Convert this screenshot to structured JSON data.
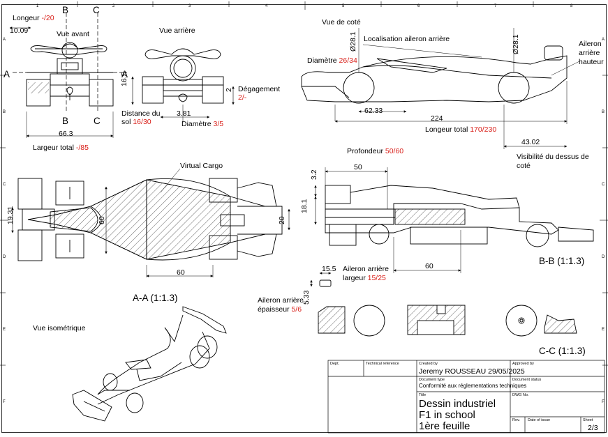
{
  "grid": {
    "columns": [
      "1",
      "2",
      "3",
      "4",
      "5",
      "6",
      "7",
      "8"
    ],
    "rows": [
      "A",
      "B",
      "C",
      "D",
      "E",
      "F"
    ]
  },
  "views": {
    "front": {
      "title": "Vue avant",
      "section_letters": {
        "b_top": "B",
        "c_top": "C",
        "a_left": "A",
        "a_right": "A",
        "b_bottom": "B",
        "c_bottom": "C"
      },
      "longueur_label": "Longeur ",
      "longueur_value": "-/20",
      "dim_1009": "10.09",
      "dim_663": "66.3",
      "largeur_label": "Largeur total ",
      "largeur_value": "-/85"
    },
    "rear": {
      "title": "Vue arrière",
      "dim_165": "16.5",
      "dim_2": "2",
      "degagement_label": "Dégagement",
      "degagement_value": "2/-",
      "distance_label_1": "Distance du",
      "distance_label_2": "sol ",
      "distance_value": "16/30",
      "dim_381": "3.81",
      "diametre_label": "Diamètre ",
      "diametre_value": "3/5"
    },
    "side": {
      "title": "Vue de coté",
      "localisation": "Localisation aileron arrière",
      "diametre_label": "Diamètre ",
      "diametre_value": "26/34",
      "dia_front": "Ø28.1",
      "dia_rear": "Ø28.1",
      "aileron_1": "Aileron",
      "aileron_2": "arrière",
      "aileron_3": "hauteur",
      "dim_6233": "62.33",
      "dim_224": "224",
      "longueur_label": "Longeur total ",
      "longueur_value": "170/230",
      "dim_4302": "43.02",
      "visibilite_1": "Visibilité du dessus de",
      "visibilite_2": "coté"
    },
    "section_aa": {
      "virtual_cargo": "Virtual Cargo",
      "dim_1931": "19.31",
      "dim_60_v": "60",
      "dim_20": "20",
      "dim_60_h": "60",
      "title": "A-A (1:1.3)"
    },
    "section_bb": {
      "profondeur_label": "Profondeur ",
      "profondeur_value": "50/60",
      "dim_50": "50",
      "dim_32": "3.2",
      "dim_181": "18.1",
      "dim_60": "60",
      "title": "B-B (1:1.3)"
    },
    "section_cc": {
      "dim_155": "15.5",
      "aileron_larg_1": "Aileron arrière",
      "aileron_larg_2": "largeur ",
      "aileron_larg_value": "15/25",
      "aileron_ep_1": "Aileron arrière",
      "aileron_ep_2": "épaisseur ",
      "aileron_ep_value": "5/6",
      "dim_533": "5.33",
      "title": "C-C (1:1.3)"
    },
    "iso": {
      "title": "Vue isométrique"
    }
  },
  "title_block": {
    "dept": "Dept.",
    "technical_reference": "Technical reference",
    "created_by_label": "Created by",
    "created_by": "Jeremy ROUSSEAU 29/05/2025",
    "approved_by": "Approved by",
    "document_type_label": "Document type",
    "document_type": "Conformité aux réglementations techniques",
    "document_status": "Document status",
    "title_label": "Title",
    "title_1": "Dessin industriel",
    "title_2": "F1 in school",
    "title_3": "1ère feuille",
    "dwg_no": "DWG No.",
    "rev": "Rev.",
    "date_of_issue": "Date of issue",
    "sheet_label": "Sheet",
    "sheet_value": "2/3"
  },
  "colors": {
    "tolerance_red": "#d9201a",
    "line": "#000000",
    "hatch": "#000000"
  }
}
